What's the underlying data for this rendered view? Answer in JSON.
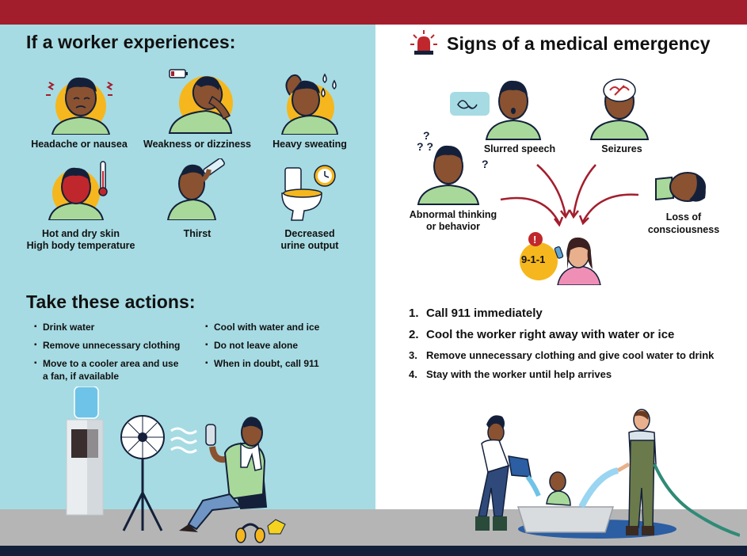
{
  "left": {
    "title": "If a worker experiences:",
    "symptoms": [
      {
        "label": "Headache or nausea"
      },
      {
        "label": "Weakness or dizziness"
      },
      {
        "label": "Heavy sweating"
      },
      {
        "label": "Hot and dry skin",
        "label2": "High body temperature"
      },
      {
        "label": "Thirst"
      },
      {
        "label": "Decreased",
        "label2": "urine output"
      }
    ],
    "actions_title": "Take these actions:",
    "actions_col1": [
      "Drink water",
      "Remove unnecessary clothing",
      "Move to a cooler area and use",
      "a fan, if available"
    ],
    "actions_col2": [
      "Cool with water and ice",
      "Do not leave alone",
      "When in doubt, call 911"
    ]
  },
  "right": {
    "title": "Signs of a medical emergency",
    "signs": {
      "slurred": "Slurred speech",
      "seizures": "Seizures",
      "abnormal_1": "Abnormal thinking",
      "abnormal_2": "or behavior",
      "loss_1": "Loss of",
      "loss_2": "consciousness",
      "call": "9-1-1"
    },
    "steps": [
      {
        "num": "1.",
        "text": "Call 911 immediately"
      },
      {
        "num": "2.",
        "text": "Cool the worker right away with water or ice"
      },
      {
        "num": "3.",
        "text": "Remove unnecessary clothing and give cool water to drink"
      },
      {
        "num": "4.",
        "text": "Stay with the worker until help arrives"
      }
    ]
  },
  "colors": {
    "top_bar": "#a31e2d",
    "left_bg": "#a6dbe3",
    "ground": "#b5b5b5",
    "bottom_bar": "#14203a",
    "skin": "#8a5230",
    "shirt": "#a8d99a",
    "accent_yellow": "#f5b71d",
    "arrow_red": "#a31e2d"
  },
  "icons": [
    "siren-icon",
    "thermometer-icon",
    "battery-low-icon",
    "sweat-drops-icon",
    "water-bottle-icon",
    "toilet-icon",
    "clock-icon",
    "speech-bubble-icon",
    "question-marks-icon",
    "brain-icon",
    "alert-icon",
    "phone-icon",
    "fan-icon",
    "water-cooler-icon",
    "hard-hat-icon",
    "ear-muffs-icon"
  ]
}
